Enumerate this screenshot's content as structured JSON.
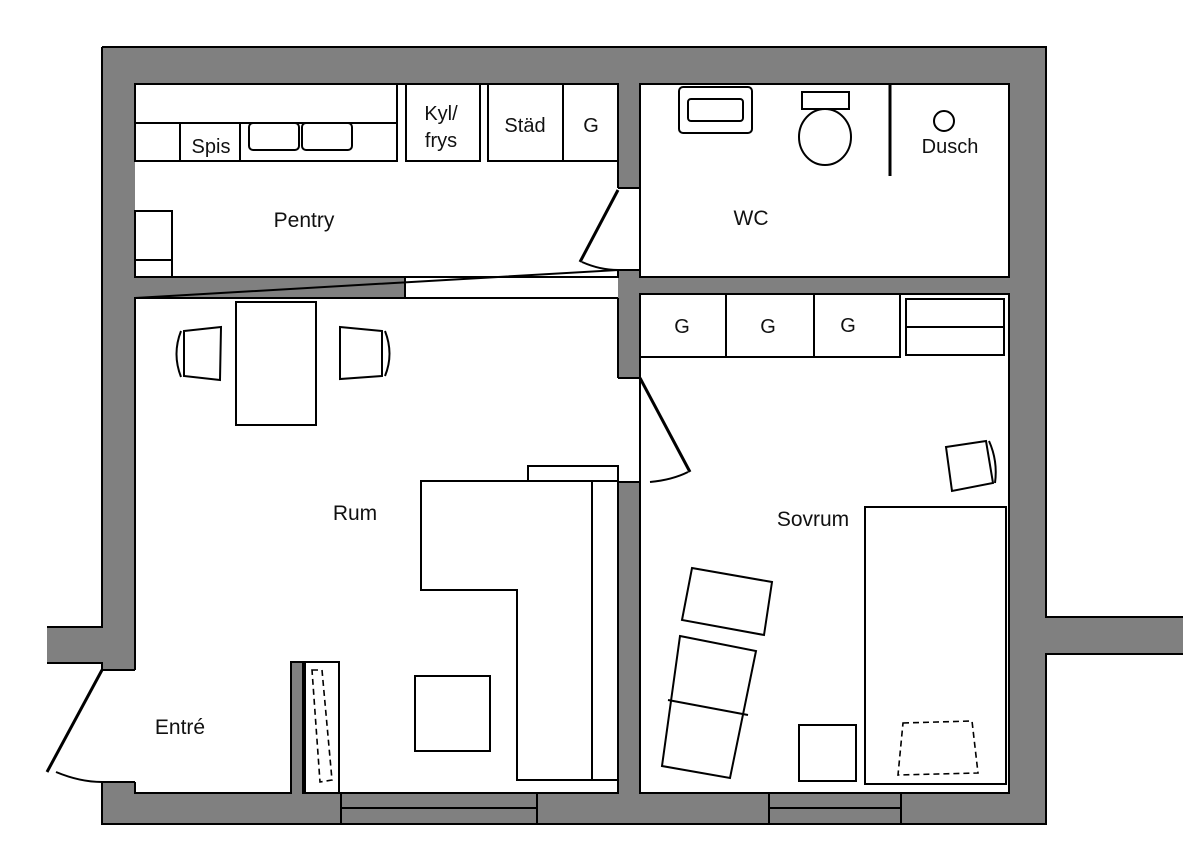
{
  "rooms": {
    "pentry": "Pentry",
    "wc": "WC",
    "rum": "Rum",
    "sovrum": "Sovrum",
    "entre": "Entré"
  },
  "fixtures": {
    "spis": "Spis",
    "kyl_line1": "Kyl/",
    "kyl_line2": "frys",
    "stad": "Städ",
    "g": "G",
    "dusch": "Dusch"
  },
  "colors": {
    "wall": "#808080",
    "line": "#000000",
    "background": "#ffffff"
  }
}
